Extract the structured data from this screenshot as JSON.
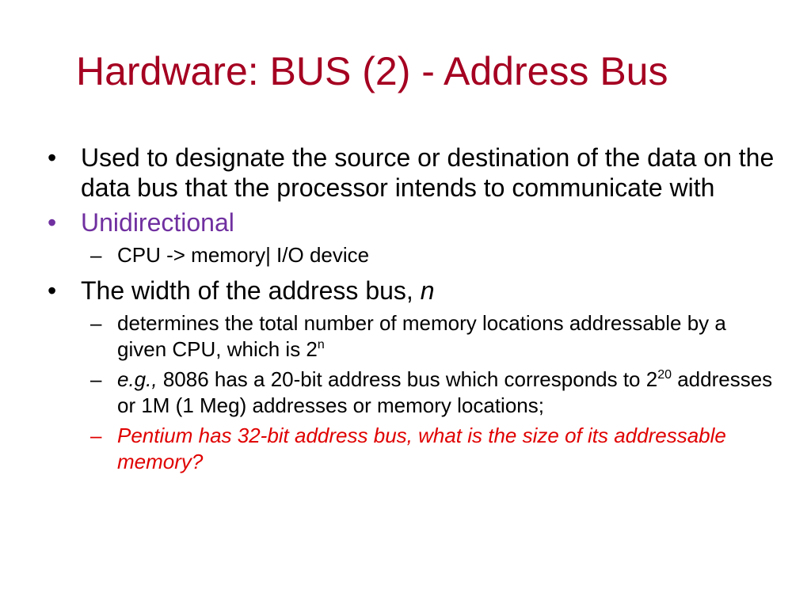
{
  "slide": {
    "title": "Hardware: BUS (2) - Address Bus",
    "bullet_char": "•",
    "dash_char": "–",
    "colors": {
      "title": "#A50021",
      "unidirectional": "#7030A0",
      "question": "#E00000"
    },
    "items": {
      "used": "Used to designate the source or destination of the data on the data bus that the processor intends to communicate with",
      "unidirectional": "Unidirectional",
      "cpu": "CPU -> memory| I/O device",
      "width_prefix": "The width of the address bus, ",
      "width_var": "n",
      "determines_text": "determines the total number of memory locations addressable by a given CPU, which is 2",
      "determines_sup": "n",
      "eg_label": "e.g.,",
      "eg_text1": " 8086 has a 20-bit address bus which corresponds to 2",
      "eg_sup": "20",
      "eg_text2": " addresses or 1M (1 Meg) addresses or memory locations;",
      "pentium": "Pentium has 32-bit address bus, what is the size of its addressable memory?"
    }
  }
}
